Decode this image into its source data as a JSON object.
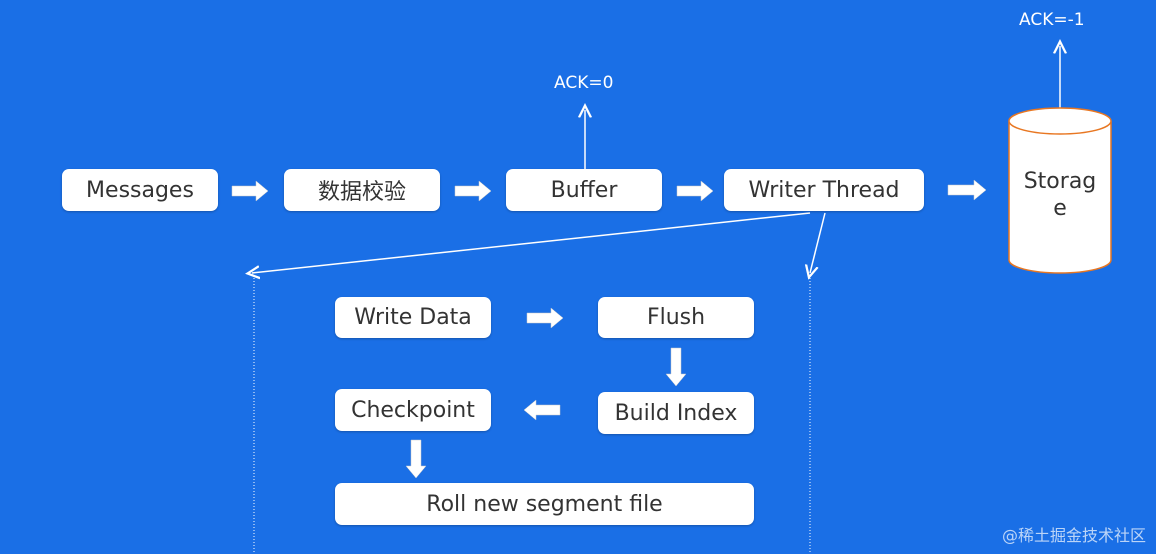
{
  "top_row": {
    "messages": "Messages",
    "validate": "数据校验",
    "buffer": "Buffer",
    "writer_thread": "Writer Thread",
    "storage": "Storag\ne"
  },
  "acks": {
    "buffer_ack": "ACK=0",
    "storage_ack": "ACK=-1"
  },
  "detail": {
    "write_data": "Write Data",
    "flush": "Flush",
    "build_index": "Build Index",
    "checkpoint": "Checkpoint",
    "roll_segment": "Roll new segment file"
  },
  "watermark": "@稀土掘金技术社区",
  "colors": {
    "background": "#1a6fe6",
    "box": "#ffffff",
    "storage_stroke": "#e87722"
  }
}
